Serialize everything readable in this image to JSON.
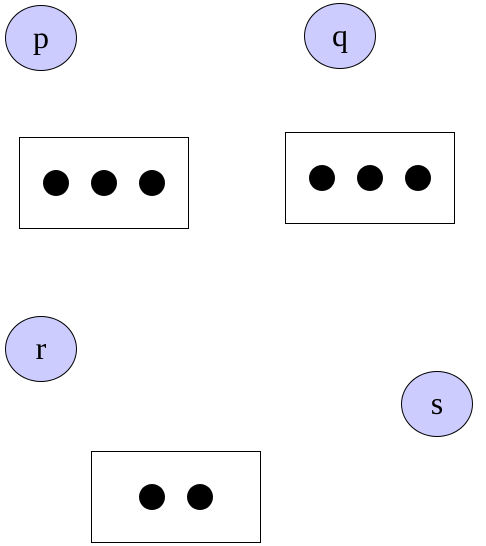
{
  "colors": {
    "node_fill": "#ccccff",
    "token_fill": "#000000",
    "box_fill": "#ffffff"
  },
  "nodes": [
    {
      "id": "p",
      "label": "p"
    },
    {
      "id": "q",
      "label": "q"
    },
    {
      "id": "r",
      "label": "r"
    },
    {
      "id": "s",
      "label": "s"
    }
  ],
  "boxes": [
    {
      "token_count": 3
    },
    {
      "token_count": 3
    },
    {
      "token_count": 2
    }
  ]
}
